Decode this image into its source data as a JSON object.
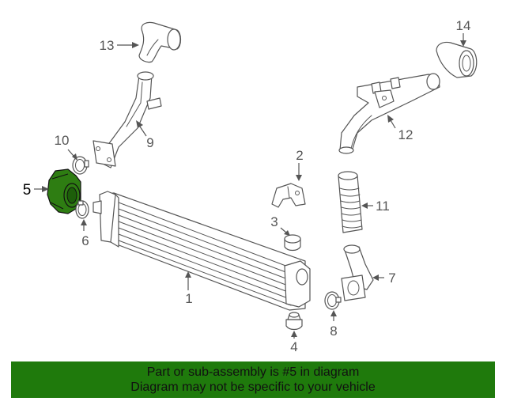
{
  "diagram": {
    "callouts": {
      "p1": "1",
      "p2": "2",
      "p3": "3",
      "p4": "4",
      "p5": "5",
      "p6": "6",
      "p7": "7",
      "p8": "8",
      "p9": "9",
      "p10": "10",
      "p11": "11",
      "p12": "12",
      "p13": "13",
      "p14": "14"
    },
    "highlighted_part": "5",
    "highlight_color": "#2e7d12"
  },
  "banner": {
    "line1": "Part or sub-assembly is #5 in diagram",
    "line2": "Diagram may not be specific to your vehicle",
    "background": "#1f7a0c"
  }
}
